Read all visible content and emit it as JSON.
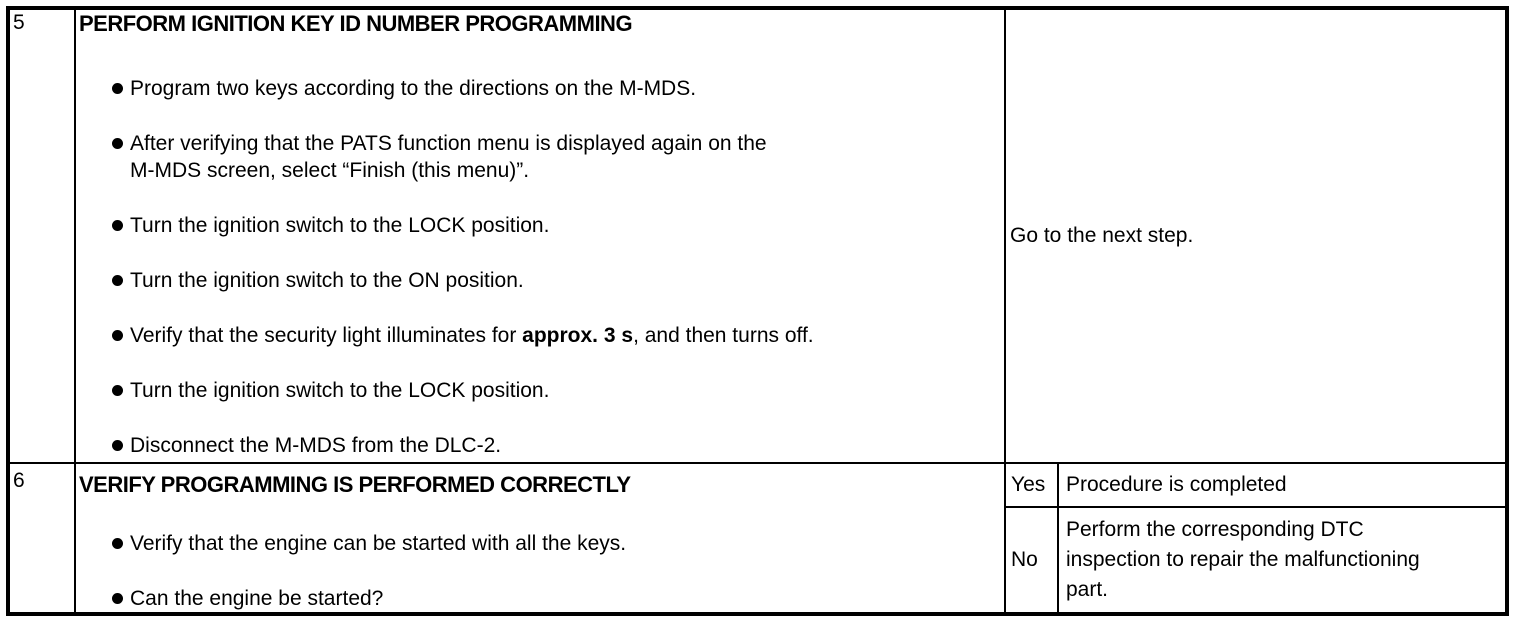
{
  "rows": [
    {
      "step": "5",
      "title": "PERFORM IGNITION KEY ID NUMBER PROGRAMMING",
      "bullets": [
        {
          "lines": [
            "Program two keys according to the directions on the M-MDS."
          ]
        },
        {
          "lines": [
            "After verifying that the PATS function menu is displayed again on the",
            "M-MDS screen, select “Finish (this menu)”."
          ]
        },
        {
          "lines": [
            "Turn the ignition switch to the LOCK position."
          ]
        },
        {
          "lines": [
            "Turn the ignition switch to the ON position."
          ]
        },
        {
          "pre": "Verify that the security light illuminates for ",
          "bold": "approx. 3 s",
          "post": ", and then turns off."
        },
        {
          "lines": [
            "Turn the ignition switch to the LOCK position."
          ]
        },
        {
          "lines": [
            "Disconnect the M-MDS from the DLC-2."
          ]
        }
      ],
      "action": "Go to the next step."
    },
    {
      "step": "6",
      "title": "VERIFY PROGRAMMING IS PERFORMED CORRECTLY",
      "bullets": [
        {
          "lines": [
            "Verify that the engine can be started with all the keys."
          ]
        },
        {
          "lines": [
            "Can the engine be started?"
          ]
        }
      ],
      "decisions": [
        {
          "answer": "Yes",
          "action_lines": [
            "Procedure is completed"
          ]
        },
        {
          "answer": "No",
          "action_lines": [
            "Perform the corresponding DTC",
            "inspection to repair the malfunctioning",
            "part."
          ]
        }
      ]
    }
  ]
}
